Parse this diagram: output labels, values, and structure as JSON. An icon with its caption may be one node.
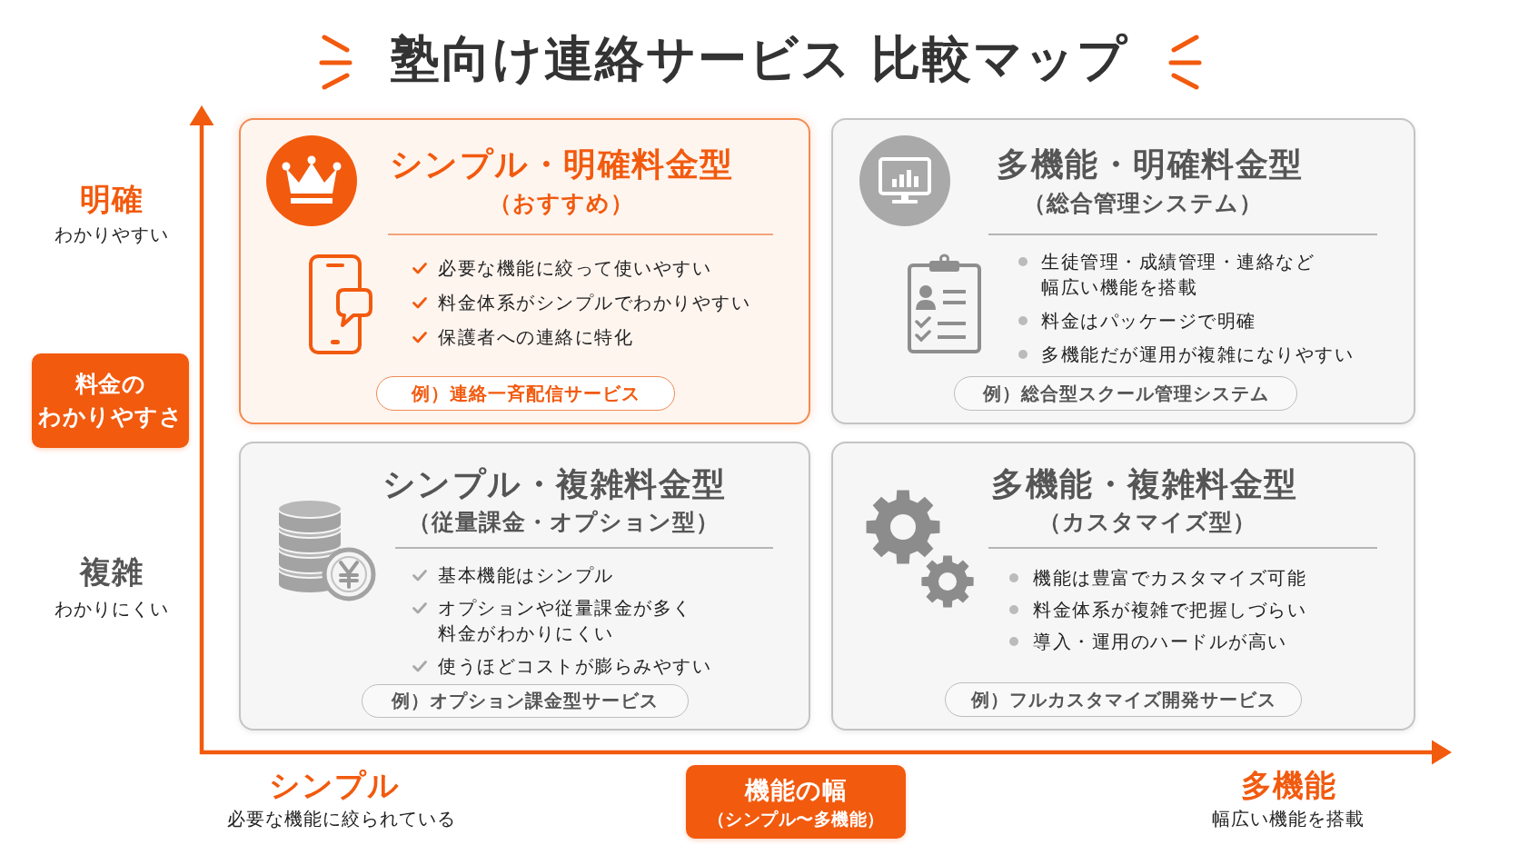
{
  "diagram": {
    "title": "塾向け連絡サービス 比較マップ",
    "nodes": [
      {
        "text": [
          "シンプル・明確料金型",
          "（おすすめ）",
          "必要な機能に絞って使いやすい",
          "料金体系がシンプルでわかりやすい",
          "保護者への連絡に特化"
        ]
      },
      {
        "text": [
          "例）連絡一斉配信サービス"
        ],
        "in": 0
      },
      {
        "text": [
          "多機能・明確料金型",
          "（総合管理システム）",
          "生徒管理・成績管理・連絡など幅広い機能を搭載",
          "料金はパッケージで明確",
          "多機能だが運用が複雑になりやすい"
        ]
      },
      {
        "text": [
          "例）総合型スクール管理システム"
        ],
        "in": 2
      },
      {
        "text": [
          "料金のわかりやすさ"
        ]
      },
      {
        "text": [
          "シンプル・複雑料金型",
          "（従量課金・オプション型）",
          "基本機能はシンプル",
          "オプションや従量課金が多く料金がわかりにくい",
          "使うほどコストが膨らみやすい"
        ]
      },
      {
        "text": [
          "例）オプション課金型サービス"
        ],
        "in": 5
      },
      {
        "text": [
          "多機能・複雑料金型",
          "（カスタマイズ型）",
          "機能は豊富でカスタマイズ可能",
          "料金体系が複雑で把握しづらい",
          "導入・運用のハードルが高い"
        ]
      },
      {
        "text": [
          "例）フルカスタマイズ開発サービス"
        ],
        "in": 7
      },
      {
        "text": [
          "機能の幅",
          "（シンプル〜多機能）"
        ]
      }
    ],
    "labels": [
      "明確",
      "わかりやすい",
      "複雑",
      "わかりにくい",
      "シンプル",
      "必要な機能に絞られている",
      "多機能",
      "幅広い機能を搭載"
    ]
  }
}
